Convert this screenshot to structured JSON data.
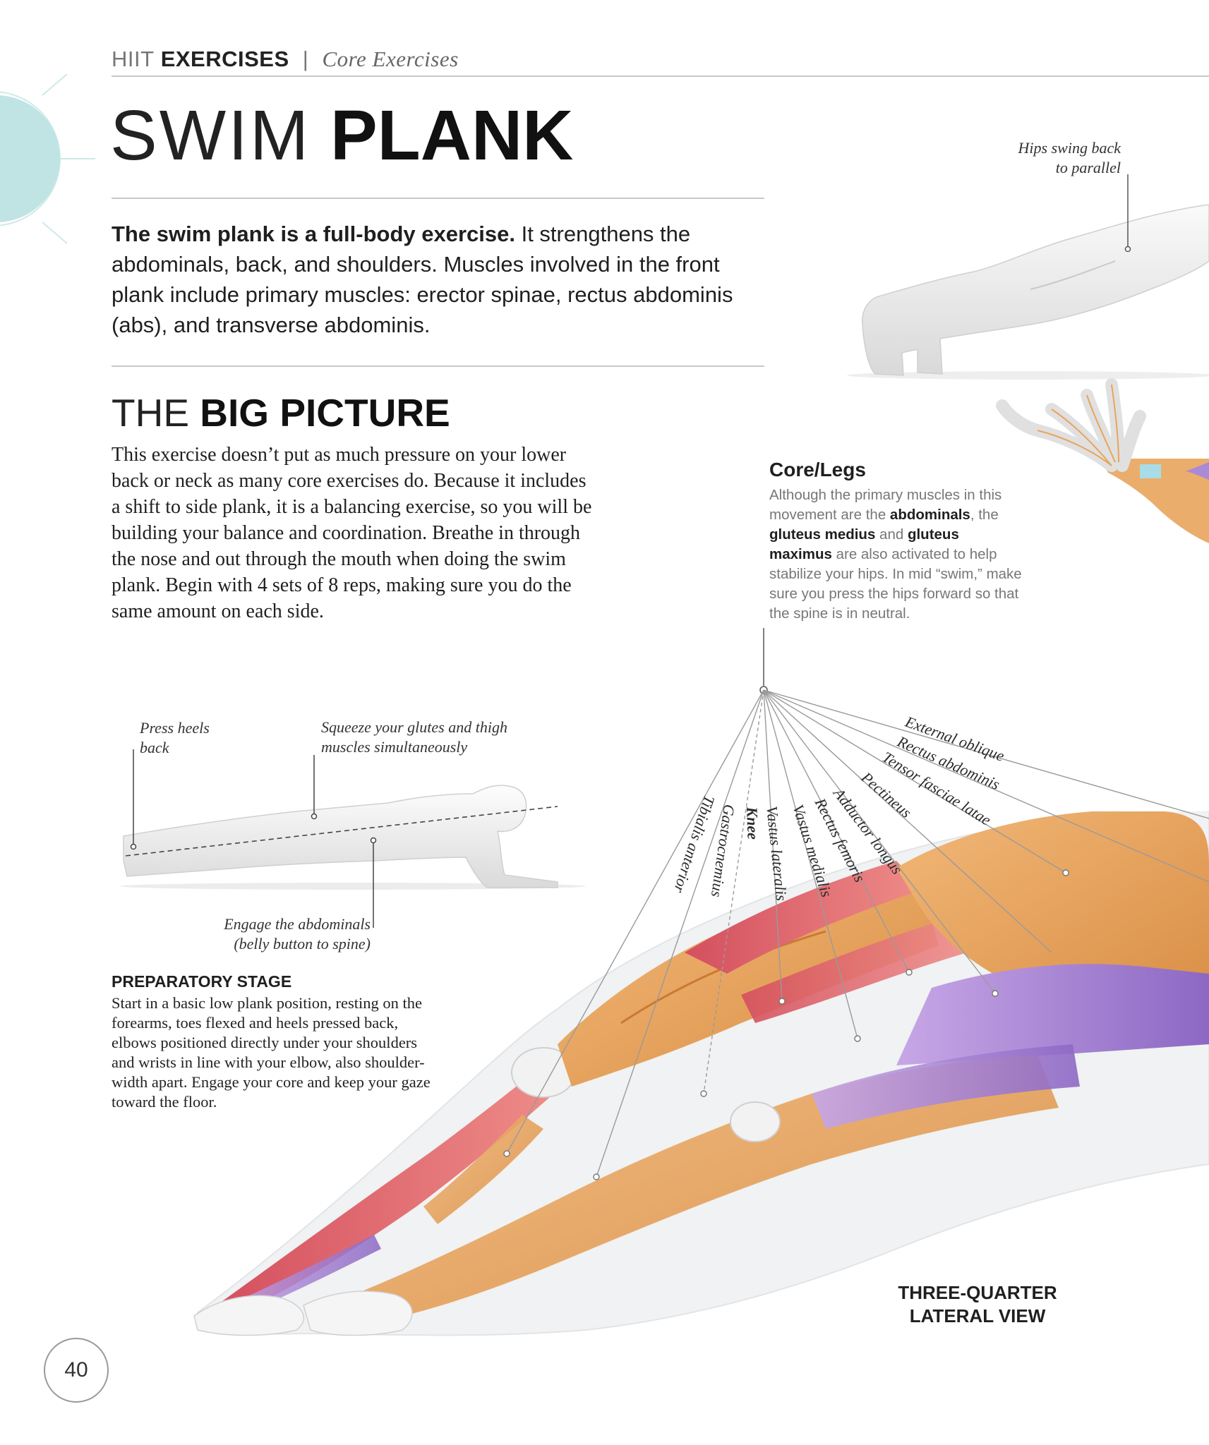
{
  "header": {
    "section_light": "HIIT",
    "section_bold": "EXERCISES",
    "separator": "|",
    "subsection": "Core Exercises"
  },
  "title": {
    "light": "SWIM",
    "bold": "PLANK"
  },
  "intro": {
    "lead": "The swim plank is a full-body exercise.",
    "rest": " It strengthens the abdominals, back, and shoulders. Muscles involved in the front plank include primary muscles: erector spinae, rectus abdominis (abs), and transverse abdominis."
  },
  "big_picture": {
    "heading_light": "THE",
    "heading_bold": "BIG PICTURE",
    "text": "This exercise doesn’t put as much pressure on your lower back or neck as many core exercises do. Because it includes a shift to side plank, it is a balancing exercise, so you will be building your balance and coordination. Breathe in through the nose and out through the mouth when doing the swim plank. Begin with 4 sets of 8 reps, making sure you do the same amount on each side."
  },
  "small_figure_captions": {
    "press_heels": "Press heels back",
    "squeeze": "Squeeze your glutes and thigh muscles simultaneously",
    "engage_line1": "Engage the abdominals",
    "engage_line2": "(belly button to spine)"
  },
  "preparatory": {
    "heading": "PREPARATORY STAGE",
    "text": "Start in a basic low plank position, resting on the forearms, toes flexed and heels pressed back, elbows positioned directly under your shoulders and wrists in line with your elbow, also shoulder-width apart. Engage your core and keep your gaze toward the floor."
  },
  "top_right_caption": {
    "line1": "Hips swing back",
    "line2": "to parallel"
  },
  "core_legs": {
    "heading": "Core/Legs",
    "p1": "Although the primary muscles in this movement are the ",
    "b1": "abdominals",
    "p2": ", the ",
    "b2": "gluteus medius",
    "p3": " and ",
    "b3": "gluteus maximus",
    "p4": " are also activated to help stabilize your hips. In mid “swim,” make sure you press the hips forward so that the spine is in neutral."
  },
  "muscle_labels": [
    "External oblique",
    "Rectus abdominis",
    "Tensor fasciae latae",
    "Pectineus",
    "Adductor longus",
    "Rectus femoris",
    "Vastus medialis",
    "Vastus lateralis",
    "Knee",
    "Gastrocnemius",
    "Tibialis anterior"
  ],
  "view_label": {
    "line1": "THREE-QUARTER",
    "line2": "LATERAL VIEW"
  },
  "page_number": "40",
  "colors": {
    "accent_teal": "#bfe4e3",
    "muscle_orange": "#e9a45c",
    "muscle_red": "#e06a6e",
    "muscle_purple": "#a98ad6",
    "rule_gray": "#c8c8c8"
  }
}
